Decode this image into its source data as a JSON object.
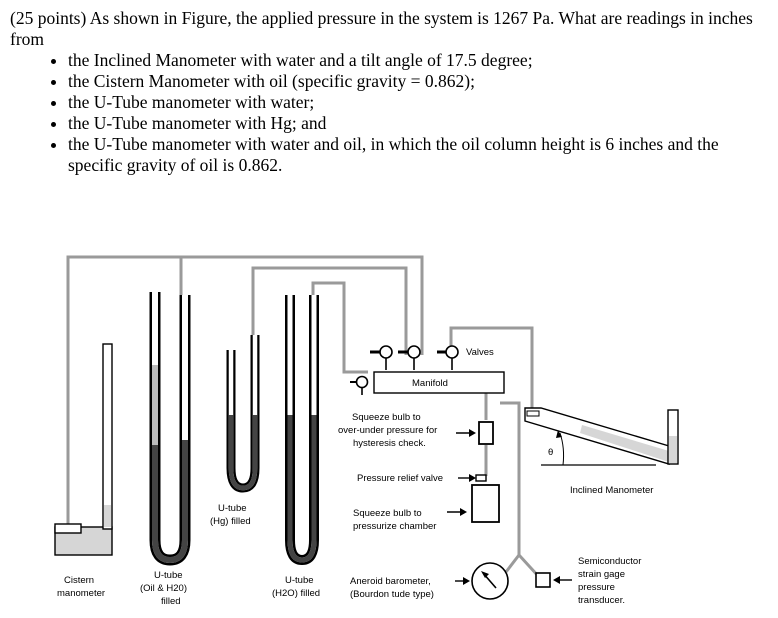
{
  "problem": {
    "intro": "(25 points) As shown in Figure, the applied pressure in the system is 1267 Pa.  What are readings in inches from",
    "bullets": [
      "the Inclined Manometer with water and a tilt angle of 17.5 degree;",
      "the Cistern Manometer with oil (specific gravity = 0.862);",
      "the U-Tube manometer with water;",
      "the U-Tube manometer with Hg; and",
      "the U-Tube manometer with water and oil, in which the oil column height is 6 inches and the specific gravity of  oil is 0.862."
    ]
  },
  "figure": {
    "valves": "Valves",
    "manifold": "Manifold",
    "squeeze1": [
      "Squeeze bulb to",
      "over-under pressure for",
      "hysteresis check."
    ],
    "relief": "Pressure relief valve",
    "squeeze2": [
      "Squeeze bulb to",
      "pressurize chamber"
    ],
    "barometer": [
      "Aneroid barometer,",
      "(Bourdon tude type)"
    ],
    "transducer": [
      "Semiconductor",
      "strain gage",
      "pressure",
      "transducer."
    ],
    "inclined": "Inclined Manometer",
    "theta": "θ",
    "utube_hg": [
      "U-tube",
      "(Hg) filled"
    ],
    "cistern": [
      "Cistern",
      "manometer"
    ],
    "utube_oil": [
      "U-tube",
      "(Oil & H20)",
      "filled"
    ],
    "utube_h2o": [
      "U-tube",
      "(H2O) filled"
    ]
  }
}
